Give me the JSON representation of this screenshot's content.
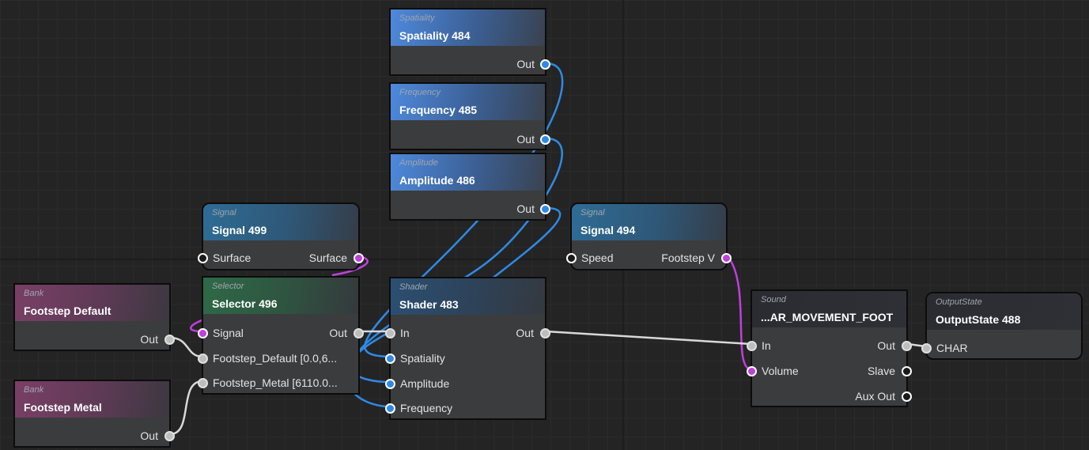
{
  "nodes": {
    "spatiality484": {
      "category": "Spatiality",
      "title": "Spatiality 484",
      "out": "Out"
    },
    "frequency485": {
      "category": "Frequency",
      "title": "Frequency 485",
      "out": "Out"
    },
    "amplitude486": {
      "category": "Amplitude",
      "title": "Amplitude 486",
      "out": "Out"
    },
    "signal499": {
      "category": "Signal",
      "title": "Signal 499",
      "in": "Surface",
      "out": "Surface"
    },
    "signal494": {
      "category": "Signal",
      "title": "Signal 494",
      "in": "Speed",
      "out": "Footstep V"
    },
    "selector496": {
      "category": "Selector",
      "title": "Selector 496",
      "in_signal": "Signal",
      "out": "Out",
      "in_default": "Footstep_Default [0.0,6...",
      "in_metal": "Footstep_Metal [6110.0..."
    },
    "shader483": {
      "category": "Shader",
      "title": "Shader 483",
      "in": "In",
      "out": "Out",
      "spatiality": "Spatiality",
      "amplitude": "Amplitude",
      "frequency": "Frequency"
    },
    "sound": {
      "category": "Sound",
      "title": "...AR_MOVEMENT_FOOT",
      "in": "In",
      "volume": "Volume",
      "out": "Out",
      "slave": "Slave",
      "aux_out": "Aux Out"
    },
    "outputState488": {
      "category": "OutputState",
      "title": "OutputState 488",
      "in": "CHAR"
    },
    "bankDefault": {
      "category": "Bank",
      "title": "Footstep Default",
      "out": "Out"
    },
    "bankMetal": {
      "category": "Bank",
      "title": "Footstep Metal",
      "out": "Out"
    }
  },
  "colors": {
    "background": "#242424",
    "wire_float": "#2f8ae6",
    "wire_signal": "#c13fdd",
    "wire_audio": "#d8d8d8",
    "header_blue": "#4e89dd",
    "header_teal": "#2e6c95",
    "header_green": "#2e6a47",
    "header_bank": "#7a3f66"
  }
}
